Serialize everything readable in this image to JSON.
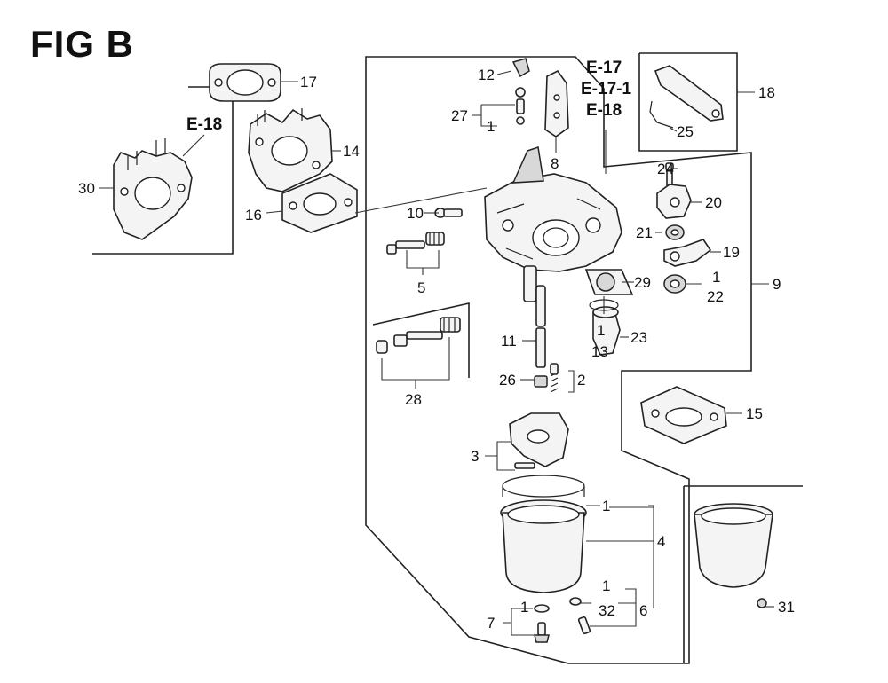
{
  "figure": {
    "title": "FIG B"
  },
  "references": [
    "E-17",
    "E-17-1",
    "E-18",
    "E-18"
  ],
  "callouts": {
    "c1a": "1",
    "c1b": "1",
    "c1c": "1",
    "c1d": "1",
    "c1e": "1",
    "c1f": "1",
    "c2": "2",
    "c3": "3",
    "c4": "4",
    "c5": "5",
    "c6": "6",
    "c7": "7",
    "c8": "8",
    "c9": "9",
    "c10": "10",
    "c11": "11",
    "c12": "12",
    "c13": "13",
    "c14": "14",
    "c15": "15",
    "c16": "16",
    "c17": "17",
    "c18": "18",
    "c19": "19",
    "c20": "20",
    "c21": "21",
    "c22": "22",
    "c23": "23",
    "c24": "24",
    "c25": "25",
    "c26": "26",
    "c27": "27",
    "c28": "28",
    "c29": "29",
    "c30": "30",
    "c31": "31",
    "c32": "32"
  },
  "colors": {
    "ink": "#111111",
    "paper": "#ffffff",
    "part_fill": "#f4f4f4"
  }
}
